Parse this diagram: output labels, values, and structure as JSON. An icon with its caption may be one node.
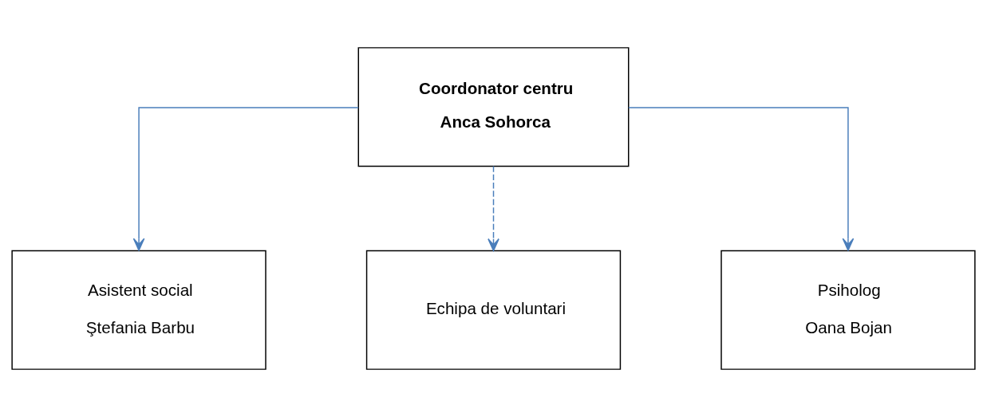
{
  "diagram": {
    "nodes": [
      {
        "text": [
          "Coordonator centru",
          "Anca Sohorca"
        ]
      },
      {
        "text": [
          "Asistent social",
          "Ştefania Barbu"
        ]
      },
      {
        "text": [
          "Echipa de voluntari"
        ]
      },
      {
        "text": [
          "Psiholog",
          "Oana Bojan"
        ]
      }
    ],
    "edges": [
      {
        "from": 0,
        "to": 1,
        "arrow": "to"
      },
      {
        "from": 0,
        "to": 2,
        "arrow": "to",
        "style": "dashed"
      },
      {
        "from": 0,
        "to": 3,
        "arrow": "to"
      }
    ]
  }
}
